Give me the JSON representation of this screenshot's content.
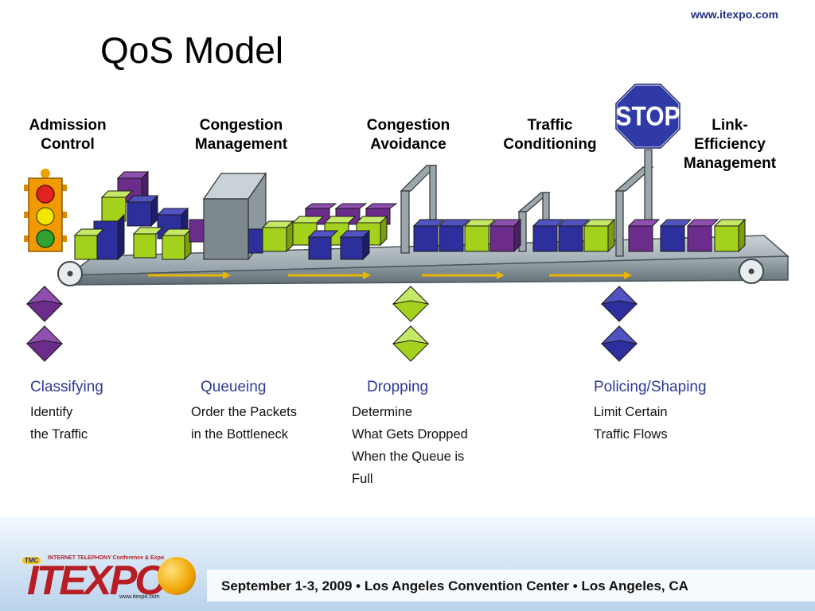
{
  "header": {
    "site_url": "www.itexpo.com",
    "title": "QoS Model"
  },
  "stages": [
    {
      "line1": "Admission",
      "line2": "Control",
      "line3": ""
    },
    {
      "line1": "Congestion",
      "line2": "Management",
      "line3": ""
    },
    {
      "line1": "Congestion",
      "line2": "Avoidance",
      "line3": ""
    },
    {
      "line1": "Traffic",
      "line2": "Conditioning",
      "line3": ""
    },
    {
      "line1": "Link-",
      "line2": "Efficiency",
      "line3": "Management"
    }
  ],
  "stop_sign_text": "STOP",
  "categories": [
    {
      "title": "Classifying",
      "lines": [
        "Identify",
        "the Traffic"
      ]
    },
    {
      "title": "Queueing",
      "lines": [
        "Order the Packets",
        "in the Bottleneck"
      ]
    },
    {
      "title": "Dropping",
      "lines": [
        "Determine",
        "What Gets Dropped",
        "When the Queue is",
        "Full"
      ]
    },
    {
      "title": "Policing/Shaping",
      "lines": [
        "Limit Certain",
        "Traffic Flows"
      ]
    }
  ],
  "footer": {
    "event_info": "September 1-3, 2009  •  Los Angeles Convention Center  •  Los Angeles, CA",
    "logo_text": "ITEXPO",
    "logo_tagline": "INTERNET TELEPHONY Conference & Expo",
    "logo_badge": "TMC",
    "logo_url": "www.itexpo.com"
  },
  "colors": {
    "green": "#a4d21c",
    "blue": "#2c2f9c",
    "purple": "#6b2c8c",
    "belt": "#9aa7ad",
    "accent_text": "#2b3a96",
    "arrow": "#e8b400"
  }
}
